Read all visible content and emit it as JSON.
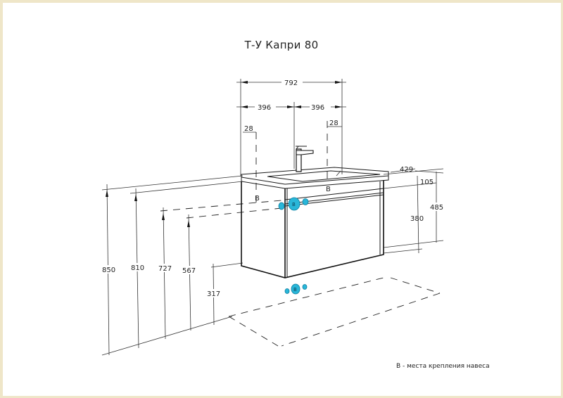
{
  "drawing": {
    "title": "Т-У Капри 80",
    "legend_note": "В - места крепления навеса",
    "mount_marker_label": "В",
    "accent_color": "#29b6d8",
    "frame_color": "#efe6c8"
  },
  "dimensions": {
    "total_width": "792",
    "half_width_left": "396",
    "half_width_right": "396",
    "offset_left": "28",
    "offset_right": "28",
    "depth": "429",
    "countertop_height": "105",
    "cabinet_height": "380",
    "total_height": "485",
    "height_850": "850",
    "height_810": "810",
    "height_727": "727",
    "height_567": "567",
    "height_317": "317"
  },
  "labels": {
    "mount_b_left": "В",
    "mount_b_center": "В"
  }
}
